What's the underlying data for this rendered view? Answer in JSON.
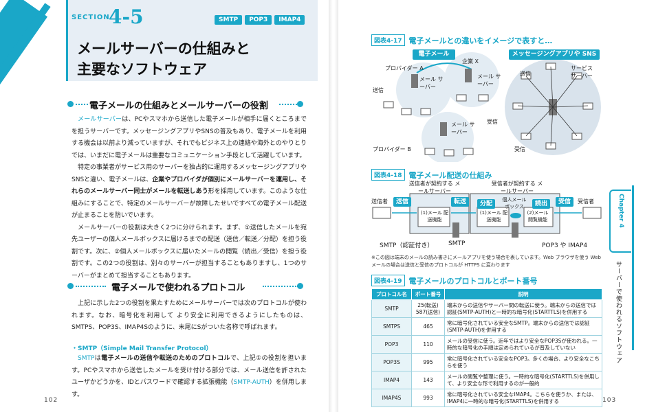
{
  "left_page": {
    "section_label": "SECTION",
    "section_number": "4-5",
    "tags": [
      "SMTP",
      "POP3",
      "IMAP4"
    ],
    "title_line1": "メールサーバーの仕組みと",
    "title_line2": "主要なソフトウェア",
    "heading1": "電子メールの仕組みとメールサーバーの役割",
    "para1_kw": "メールサーバー",
    "para1_rest": "は、PCやスマホから送信した電子メールが相手に届くところまでを担うサーバーです。メッセージングアプリやSNSの普及もあり、電子メールを利用する機会は以前より減っていますが、それでもビジネス上の連絡や海外とのやりとりでは、いまだに電子メールは重要なコミュニケーション手段として活躍しています。",
    "para2_a": "特定の事業者がサービス用のサーバーを独占的に運用するメッセージングアプリやSNSと違い、電子メールは、",
    "para2_bold": "企業やプロバイダが個別にメールサーバーを運用し、それらのメールサーバー同士がメールを転送しあう",
    "para2_b": "形を採用しています。このような仕組みにすることで、特定のメールサーバーが故障したせいですべての電子メール配送が止まることを防いでいます。",
    "para3": "メールサーバーの役割は大きく2つに分けられます。まず、①送信したメールを宛先ユーザーの個人メールボックスに届けるまでの配送（送信／転送／分配）を担う役割です。次に、②個人メールボックスに届いたメールの閲覧（読出／受信）を担う役割です。この2つの役割は、別々のサーバーが担当することもありますし、1つのサーバーがまとめて担当することもあります。",
    "heading2": "電子メールで使われるプロトコル",
    "para4": "上記に示した2つの役割を果たすためにメールサーバーでは次のプロトコルが使われます。なお、暗号化を利用して より安全に利用できるようにしたものは、SMTPS、POP3S、IMAP4Sのように、末尾にSがついた名称で呼ばれます。",
    "sub_head": "・SMTP（Simple Mail Transfer Protocol）",
    "para5_kw": "SMTP",
    "para5_a": "は",
    "para5_bold": "電子メールの送信や転送のためのプロトコル",
    "para5_b": "で、上記①の役割を担います。PCやスマホから送信したメールを受け付ける部分では、メール送信を許されたユーザかどうかを、IDとパスワードで確認する拡張機能（",
    "para5_kw2": "SMTP-AUTH",
    "para5_c": "）を併用します。",
    "page_number": "102"
  },
  "right_page": {
    "fig17_label": "図表4-17",
    "fig17_title": "電子メールとの違いをイメージで表すと…",
    "fig17_left_pill": "電子メール",
    "fig17_right_pill": "メッセージングアプリや SNS",
    "provider_a": "プロバイダー A",
    "company_x": "企業 X",
    "provider_b": "プロバイダー B",
    "mail_server": "メール サーバー",
    "send": "送信",
    "receive": "受信",
    "service_server": "サービス サーバー",
    "fig18_label": "図表4-18",
    "fig18_title": "電子メール配送の仕組み",
    "sender_server": "送信者が契約する メールサーバー",
    "receiver_server": "受信者が契約する メールサーバー",
    "sender": "送信者",
    "receiver": "受信者",
    "flow_send": "送信",
    "flow_transfer": "転送",
    "flow_distribute": "分配",
    "flow_read": "読出",
    "flow_receive": "受信",
    "mailbox": "個人メール ボックス",
    "delivery_func": "(1)メール 配送機能",
    "delivery_func2": "(1)メール 配送機能",
    "view_func": "(2)メール 閲覧機能",
    "smtp_auth": "SMTP（認証付き）",
    "smtp": "SMTP",
    "pop_imap": "POP3 や IMAP4",
    "note": "※この図は端末のメールの読み書きにメールアプリを使う場合を表しています。Web ブラウザを使う Web メールの場合は送信と受信のプロトコルが HTTPS に変わります",
    "fig19_label": "図表4-19",
    "fig19_title": "電子メールのプロトコルとポート番号",
    "table_headers": [
      "プロトコル名",
      "ポート番号",
      "説明"
    ],
    "table_rows": [
      {
        "name": "SMTP",
        "port": "25(転送) 587(送信)",
        "desc": "端末からの送信やサーバー間の転送に使う。端末からの送信では認証(SMTP-AUTH)と一時的な暗号化(STARTTLS)を併用する"
      },
      {
        "name": "SMTPS",
        "port": "465",
        "desc": "常に暗号化されている安全なSMTP。端末からの送信では認証(SMTP-AUTH)を併用する"
      },
      {
        "name": "POP3",
        "port": "110",
        "desc": "メールの受信に使う。近年ではより安全なPOP3Sが使われる。一時的な暗号化の手順は定められているが普及していない"
      },
      {
        "name": "POP3S",
        "port": "995",
        "desc": "常に暗号化されている安全なPOP3。多くの場合、より安全なこちらを使う"
      },
      {
        "name": "IMAP4",
        "port": "143",
        "desc": "メールの閲覧や整理に使う。一時的な暗号化(STARTTLS)を併用して、より安全な形で利用するのが一般的"
      },
      {
        "name": "IMAP4S",
        "port": "993",
        "desc": "常に暗号化されている安全なIMAP4。こちらを使うか、または、IMAP4に一時的な暗号化(STARTTLS)を併用する"
      }
    ],
    "chapter_label": "Chapter 4",
    "side_text": "サーバーで使われるソフトウェア",
    "page_number": "103"
  },
  "colors": {
    "accent": "#1aa7c8",
    "title_bg": "#e7eef5",
    "diagram_bg": "#e3ecf3"
  }
}
